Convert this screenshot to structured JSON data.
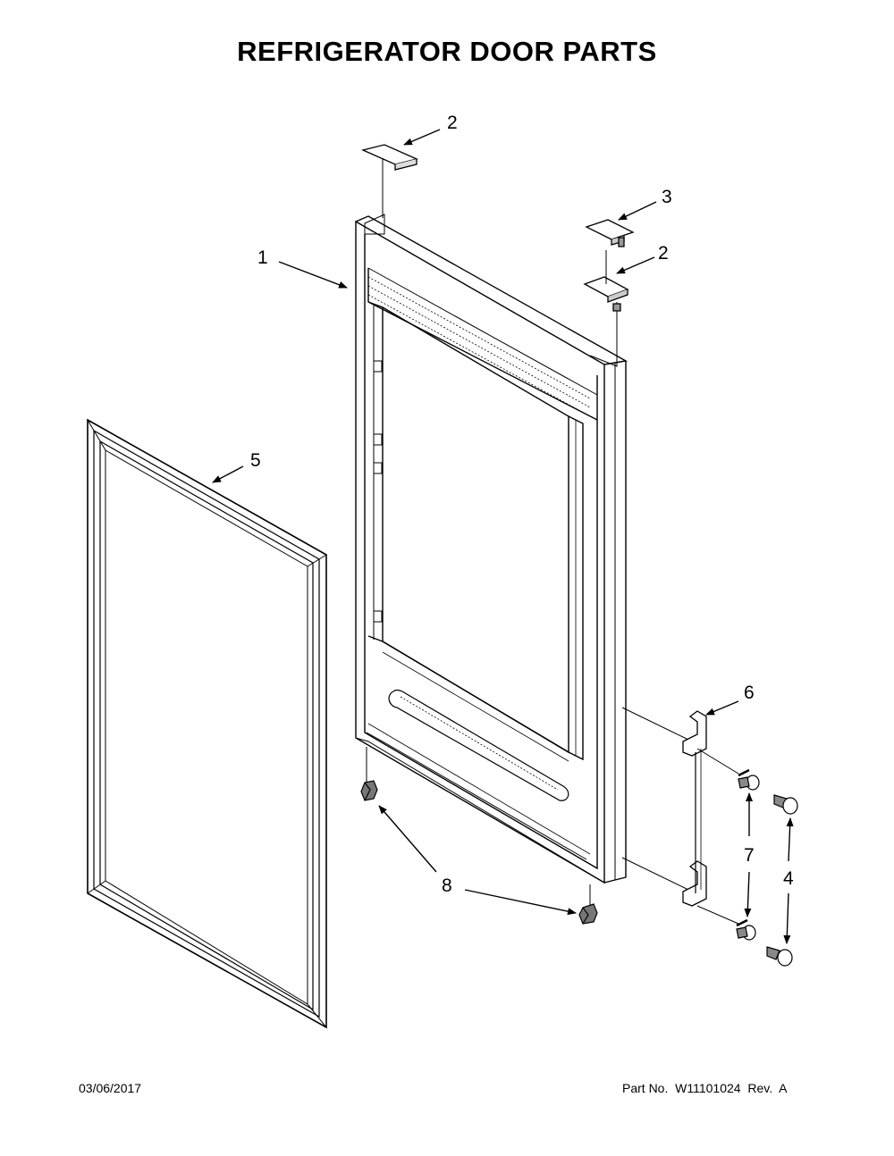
{
  "title": "REFRIGERATOR DOOR PARTS",
  "callouts": {
    "door_assembly": "1",
    "hinge_cap_top_left": "2",
    "hinge_cap_top_right": "2",
    "hinge_cap_cover": "3",
    "screws_right": "4",
    "gasket": "5",
    "handle_bracket": "6",
    "screws_left": "7",
    "door_stops": "8"
  },
  "footer": {
    "date": "03/06/2017",
    "part_label": "Part No.",
    "part_number": "W11101024",
    "rev_label": "Rev.",
    "rev": "A"
  }
}
